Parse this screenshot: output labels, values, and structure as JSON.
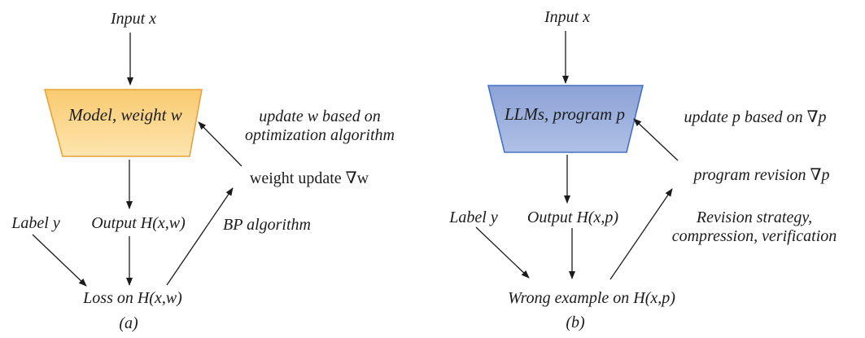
{
  "figure": {
    "panels": [
      {
        "caption": "(a)",
        "input": "Input x",
        "box": "Model, weight w",
        "update_note": {
          "line1": "update w based on",
          "line2": "optimization algorithm"
        },
        "gradient": "weight update ∇w",
        "label": "Label y",
        "output": "Output H(x,w)",
        "method_note": {
          "line1": "BP algorithm",
          "line2": ""
        },
        "result": "Loss on H(x,w)"
      },
      {
        "caption": "(b)",
        "input": "Input x",
        "box": "LLMs, program p",
        "update_note": {
          "line1": "update p based on ∇p",
          "line2": ""
        },
        "gradient": "program revision ∇p",
        "label": "Label y",
        "output": "Output H(x,p)",
        "method_note": {
          "line1": "Revision strategy,",
          "line2": "compression, verification"
        },
        "result": "Wrong example on H(x,p)"
      }
    ],
    "colors": {
      "box_a_fill_top": "#F9CA70",
      "box_a_fill_bottom": "#FDE5AF",
      "box_a_border": "#E7A33C",
      "box_b_fill_top": "#8CA2D6",
      "box_b_fill_bottom": "#AFC0E6",
      "box_b_border": "#4472C4",
      "arrow": "#1b1b1b",
      "text": "#1c1c1c"
    }
  }
}
